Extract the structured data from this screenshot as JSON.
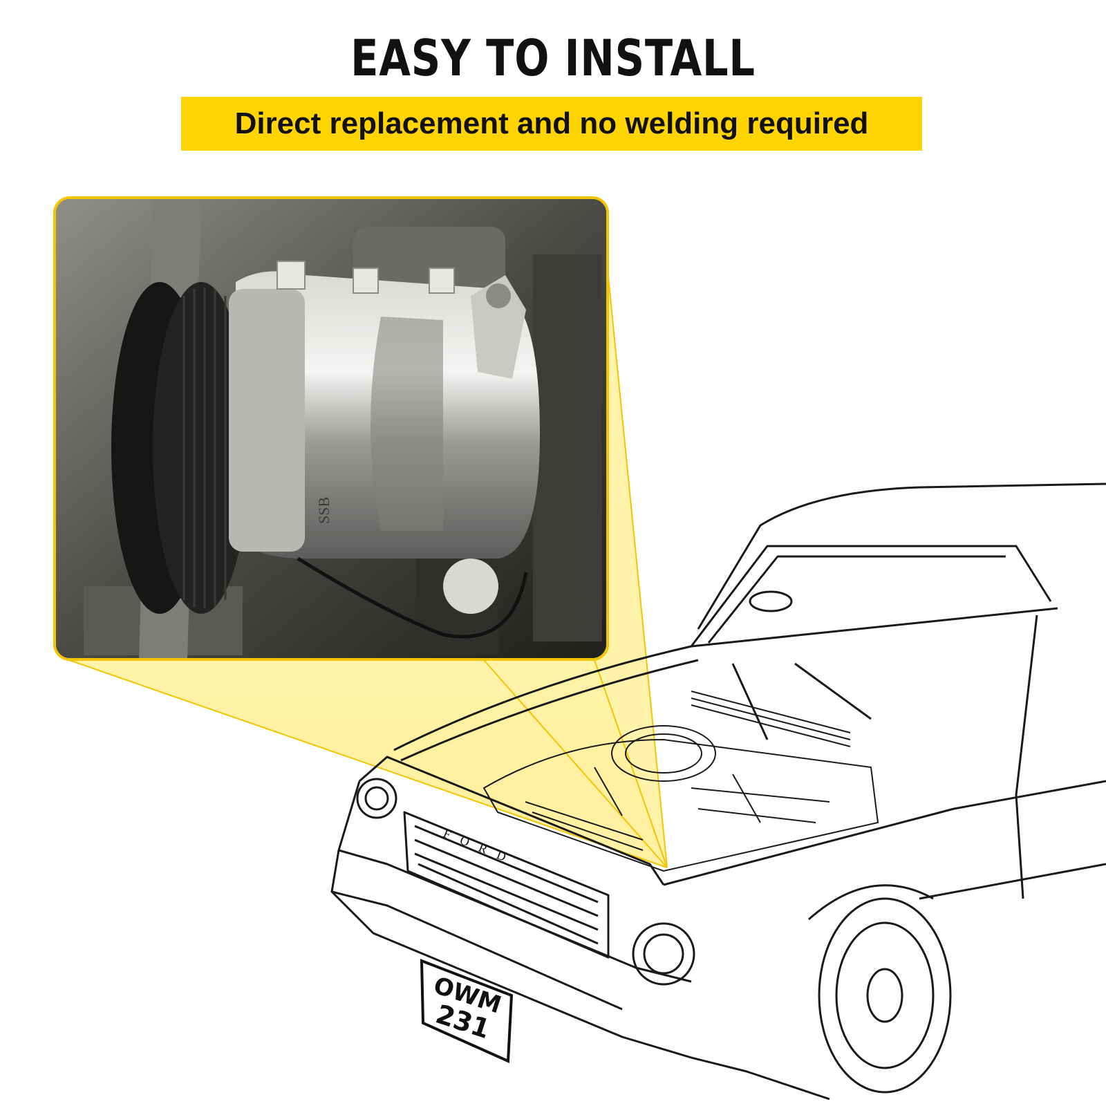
{
  "header": {
    "title": "EASY TO INSTALL",
    "subtitle": "Direct replacement and no welding required"
  },
  "colors": {
    "accent": "#ffd400",
    "callout_border": "#f2c500",
    "text": "#111111"
  },
  "car": {
    "plate_line1": "OWM",
    "plate_line2": "231",
    "grille_badge": "FORD"
  }
}
